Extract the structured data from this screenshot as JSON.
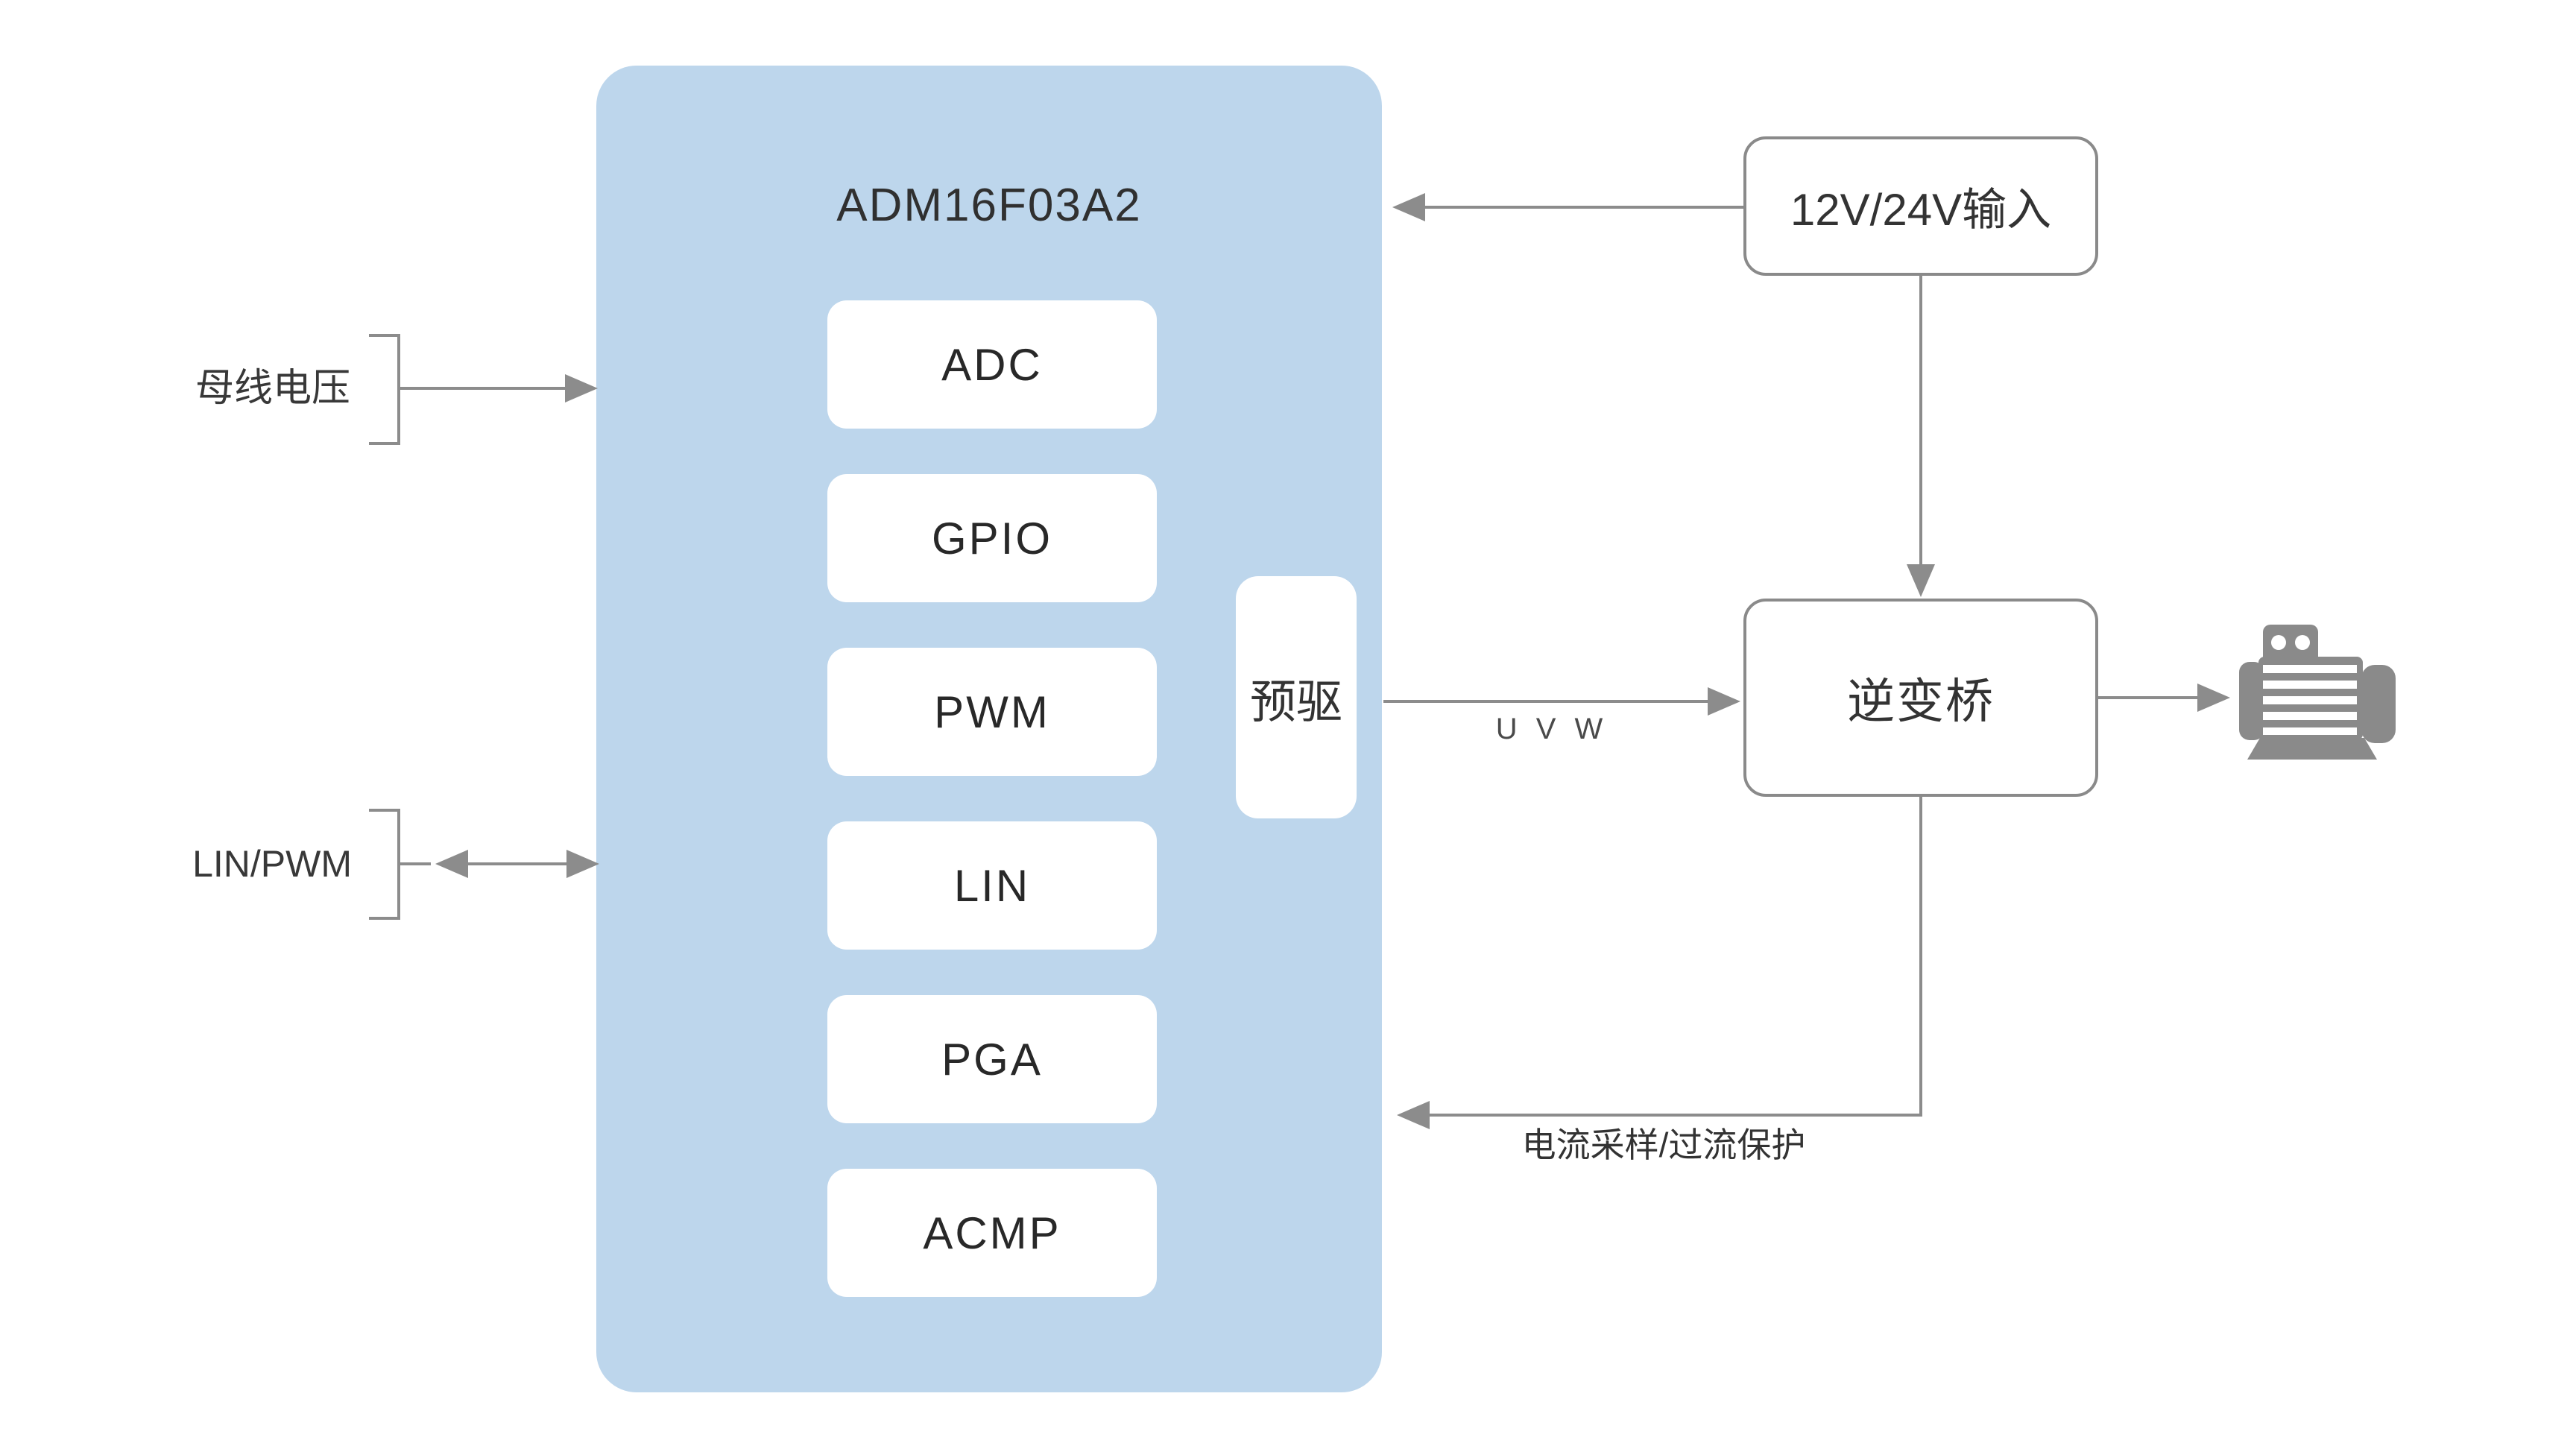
{
  "diagram": {
    "mcu": {
      "title": "ADM16F03A2",
      "modules": [
        "ADC",
        "GPIO",
        "PWM",
        "LIN",
        "PGA",
        "ACMP"
      ],
      "predriver_label": "预驱"
    },
    "left_inputs": [
      {
        "label": "母线电压"
      },
      {
        "label": "LIN/PWM"
      }
    ],
    "power_input": {
      "label": "12V/24V输入"
    },
    "inverter": {
      "label": "逆变桥"
    },
    "wire_labels": {
      "uvw": "U V W",
      "current_protect": "电流采样/过流保护"
    },
    "icons": {
      "motor": "motor-icon"
    },
    "colors": {
      "mcu_fill": "#bdd6ec",
      "line": "#8c8c8c",
      "text": "#303030",
      "box_border": "#8a8a8a",
      "motor": "#8a8a8a"
    }
  }
}
